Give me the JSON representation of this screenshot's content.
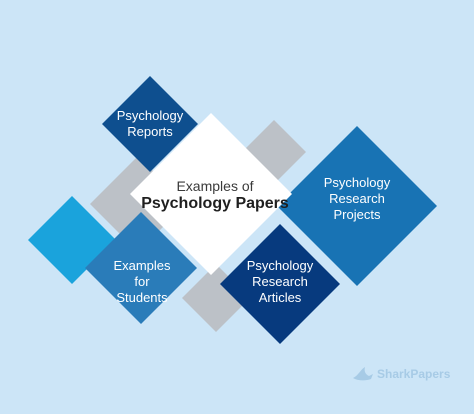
{
  "diagram": {
    "center": {
      "line1": "Examples of",
      "line2": "Psychology Papers"
    },
    "nodes": [
      {
        "id": "reports",
        "label": "Psychology\nReports"
      },
      {
        "id": "projects",
        "label": "Psychology\nResearch\nProjects"
      },
      {
        "id": "students",
        "label": "Examples\nfor\nStudents"
      },
      {
        "id": "articles",
        "label": "Psychology\nResearch\nArticles"
      }
    ]
  },
  "brand": {
    "name": "SharkPapers",
    "icon": "shark-icon"
  },
  "colors": {
    "background": "#cce5f7",
    "navy": "#0e4f8f",
    "medium_blue": "#1873b4",
    "steel_blue": "#2a7cb9",
    "light_cyan": "#1aa3dc",
    "dark_navy": "#073a7e",
    "gray": "#bcc1c7",
    "center": "#ffffff"
  }
}
